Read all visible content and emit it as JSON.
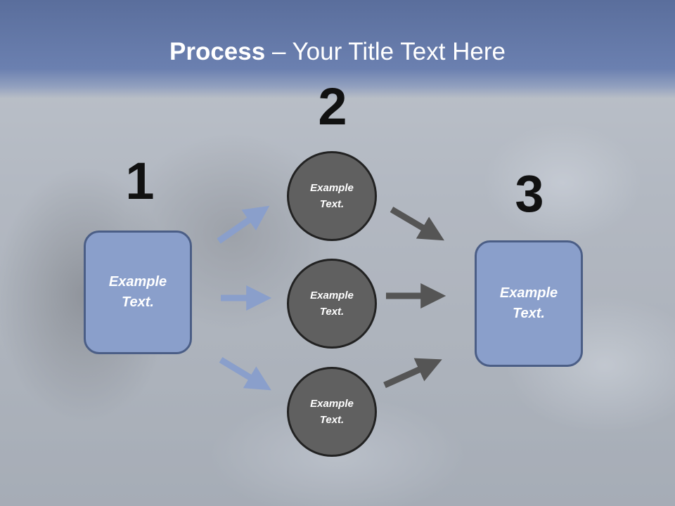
{
  "slide": {
    "title_bold": "Process",
    "title_rest": " – Your Title Text Here"
  },
  "diagram": {
    "step_numbers": [
      "1",
      "2",
      "3"
    ],
    "left_box": {
      "line1": "Example",
      "line2": "Text."
    },
    "middle_circles": [
      {
        "line1": "Example",
        "line2": "Text."
      },
      {
        "line1": "Example",
        "line2": "Text."
      },
      {
        "line1": "Example",
        "line2": "Text."
      }
    ],
    "right_box": {
      "line1": "Example",
      "line2": "Text."
    }
  },
  "colors": {
    "header_band": "#6b80b0",
    "box_fill": "#8a9fcb",
    "box_border": "#4b5e86",
    "circle_fill": "#606060",
    "left_arrow_color": "#8a9fcb",
    "right_arrow_color": "#555555"
  }
}
